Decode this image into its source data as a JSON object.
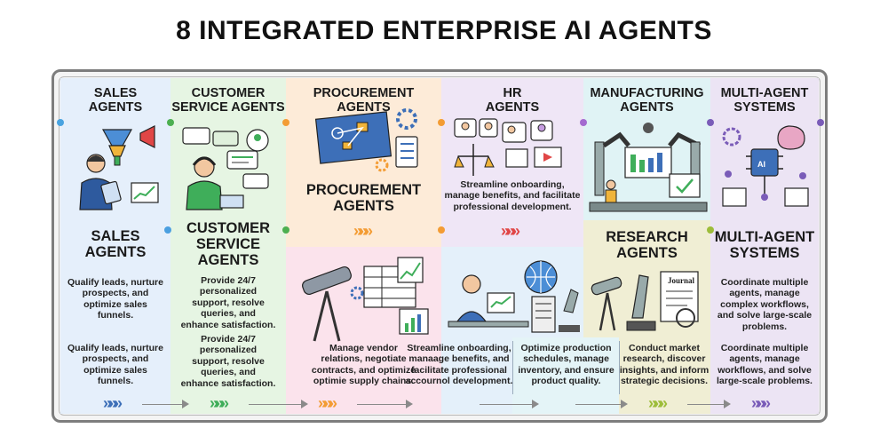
{
  "title": "8 INTEGRATED ENTERPRISE AI AGENTS",
  "colors": {
    "sales": "#e5effb",
    "customer": "#e6f5e3",
    "procurement": "#fdebd8",
    "hr": "#efe6f6",
    "manufacturing": "#e0f3f5",
    "multi": "#ece4f4",
    "research": "#f0eed4",
    "research_lower": "#e6f3f8",
    "pink": "#fbe3ec"
  },
  "top": {
    "sales": "SALES\nAGENTS",
    "customer": "CUSTOMER\nSERVICE AGENTS",
    "procurement": "PROCUREMENT\nAGENTS",
    "hr": "HR\nAGENTS",
    "manufacturing": "MANUFACTURING\nAGENTS",
    "multi": "MULTI-AGENT\nSYSTEMS"
  },
  "mid": {
    "sales_title": "SALES\nAGENTS",
    "sales_desc": "Qualify leads, nurture\nprospects, and\noptimize sales\nfunnels.",
    "customer_title": "CUSTOMER\nSERVICE\nAGENTS",
    "customer_desc": "Provide 24/7\npersonalized\nsupport, resolve\nqueries, and\nenhance satisfaction.",
    "procurement_title": "PROCUREMENT\nAGENTS",
    "hr_desc": "Streamline onboarding,\nmanage benefits, and facilitate\nprofessional development.",
    "research_title": "RESEARCH\nAGENTS",
    "multi_title": "MULTI-AGENT\nSYSTEMS",
    "multi_desc": "Coordinate multiple\nagents, manage\ncomplex workflows,\nand solve large-scale\nproblems."
  },
  "bottom": {
    "sales": "Qualify leads, nurture\nprospects, and\noptimize sales\nfunnels.",
    "customer": "Provide 24/7\npersonalized\nsupport, resolve\nqueries, and\nenhance satisfaction.",
    "procurement": "Manage vendor\nrelations, negotiate\ncontracts, and optimize\noptimie supply chains.",
    "hr": "Streamline onboarding,\nmanaage benefits, and\nfacilitate professional\naccournol development.",
    "manufacturing": "Optimize production\nschedules, manage\ninventory, and ensure\nproduct quality.",
    "research": "Conduct market\nresearch, discover\ninsights, and inform\nstrategic decisions.",
    "multi": "Coordinate multiple\nagents, manage\nworkflows, and solve\nlarge-scale problems."
  },
  "chevrons": "»»»",
  "icons": {
    "journal": "Journal",
    "ai_chip": "AI"
  }
}
